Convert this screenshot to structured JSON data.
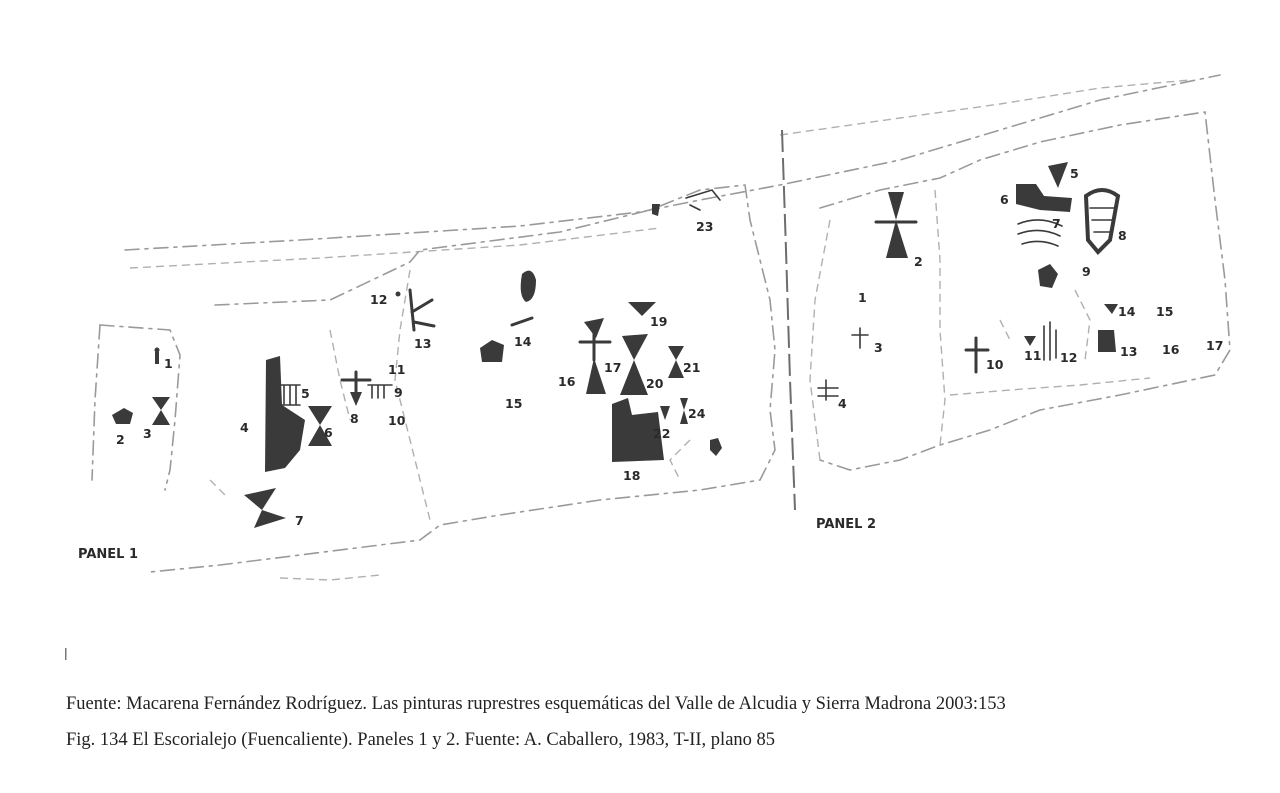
{
  "figure": {
    "panels": [
      {
        "label": "PANEL 1",
        "motif_numbers": [
          "1",
          "2",
          "3",
          "4",
          "5",
          "6",
          "7",
          "8",
          "9",
          "10",
          "11",
          "12",
          "13",
          "14",
          "15",
          "16",
          "17",
          "18",
          "19",
          "20",
          "21",
          "22",
          "23",
          "24"
        ]
      },
      {
        "label": "PANEL 2",
        "motif_numbers": [
          "1",
          "2",
          "3",
          "4",
          "5",
          "6",
          "7",
          "8",
          "9",
          "10",
          "11",
          "12",
          "13",
          "14",
          "15",
          "16",
          "17"
        ]
      }
    ]
  },
  "caption": {
    "source": "Fuente: Macarena Fernández Rodríguez. Las pinturas ruprestres esquemáticas del Valle de Alcudia y Sierra Madrona 2003:153",
    "figure": "Fig. 134 El Escorialejo (Fuencaliente). Paneles 1 y 2. Fuente: A. Caballero, 1983, T-II, plano 85"
  }
}
